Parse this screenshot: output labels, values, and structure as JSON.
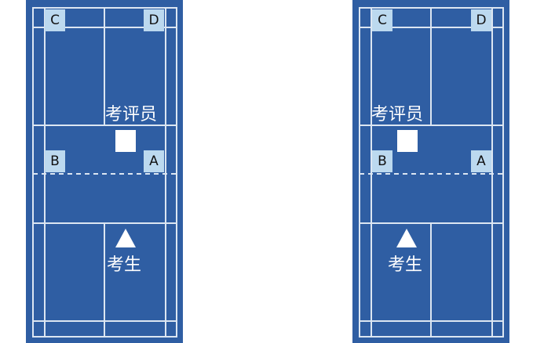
{
  "colors": {
    "court": "#2f5ea3",
    "lines": "#dce6f2",
    "marker": "#bcd9ef"
  },
  "courts": [
    {
      "corners": {
        "a": "A",
        "b": "B",
        "c": "C",
        "d": "D"
      },
      "examiner_label": "考评员",
      "candidate_label": "考生"
    },
    {
      "corners": {
        "a": "A",
        "b": "B",
        "c": "C",
        "d": "D"
      },
      "examiner_label": "考评员",
      "candidate_label": "考生"
    }
  ]
}
